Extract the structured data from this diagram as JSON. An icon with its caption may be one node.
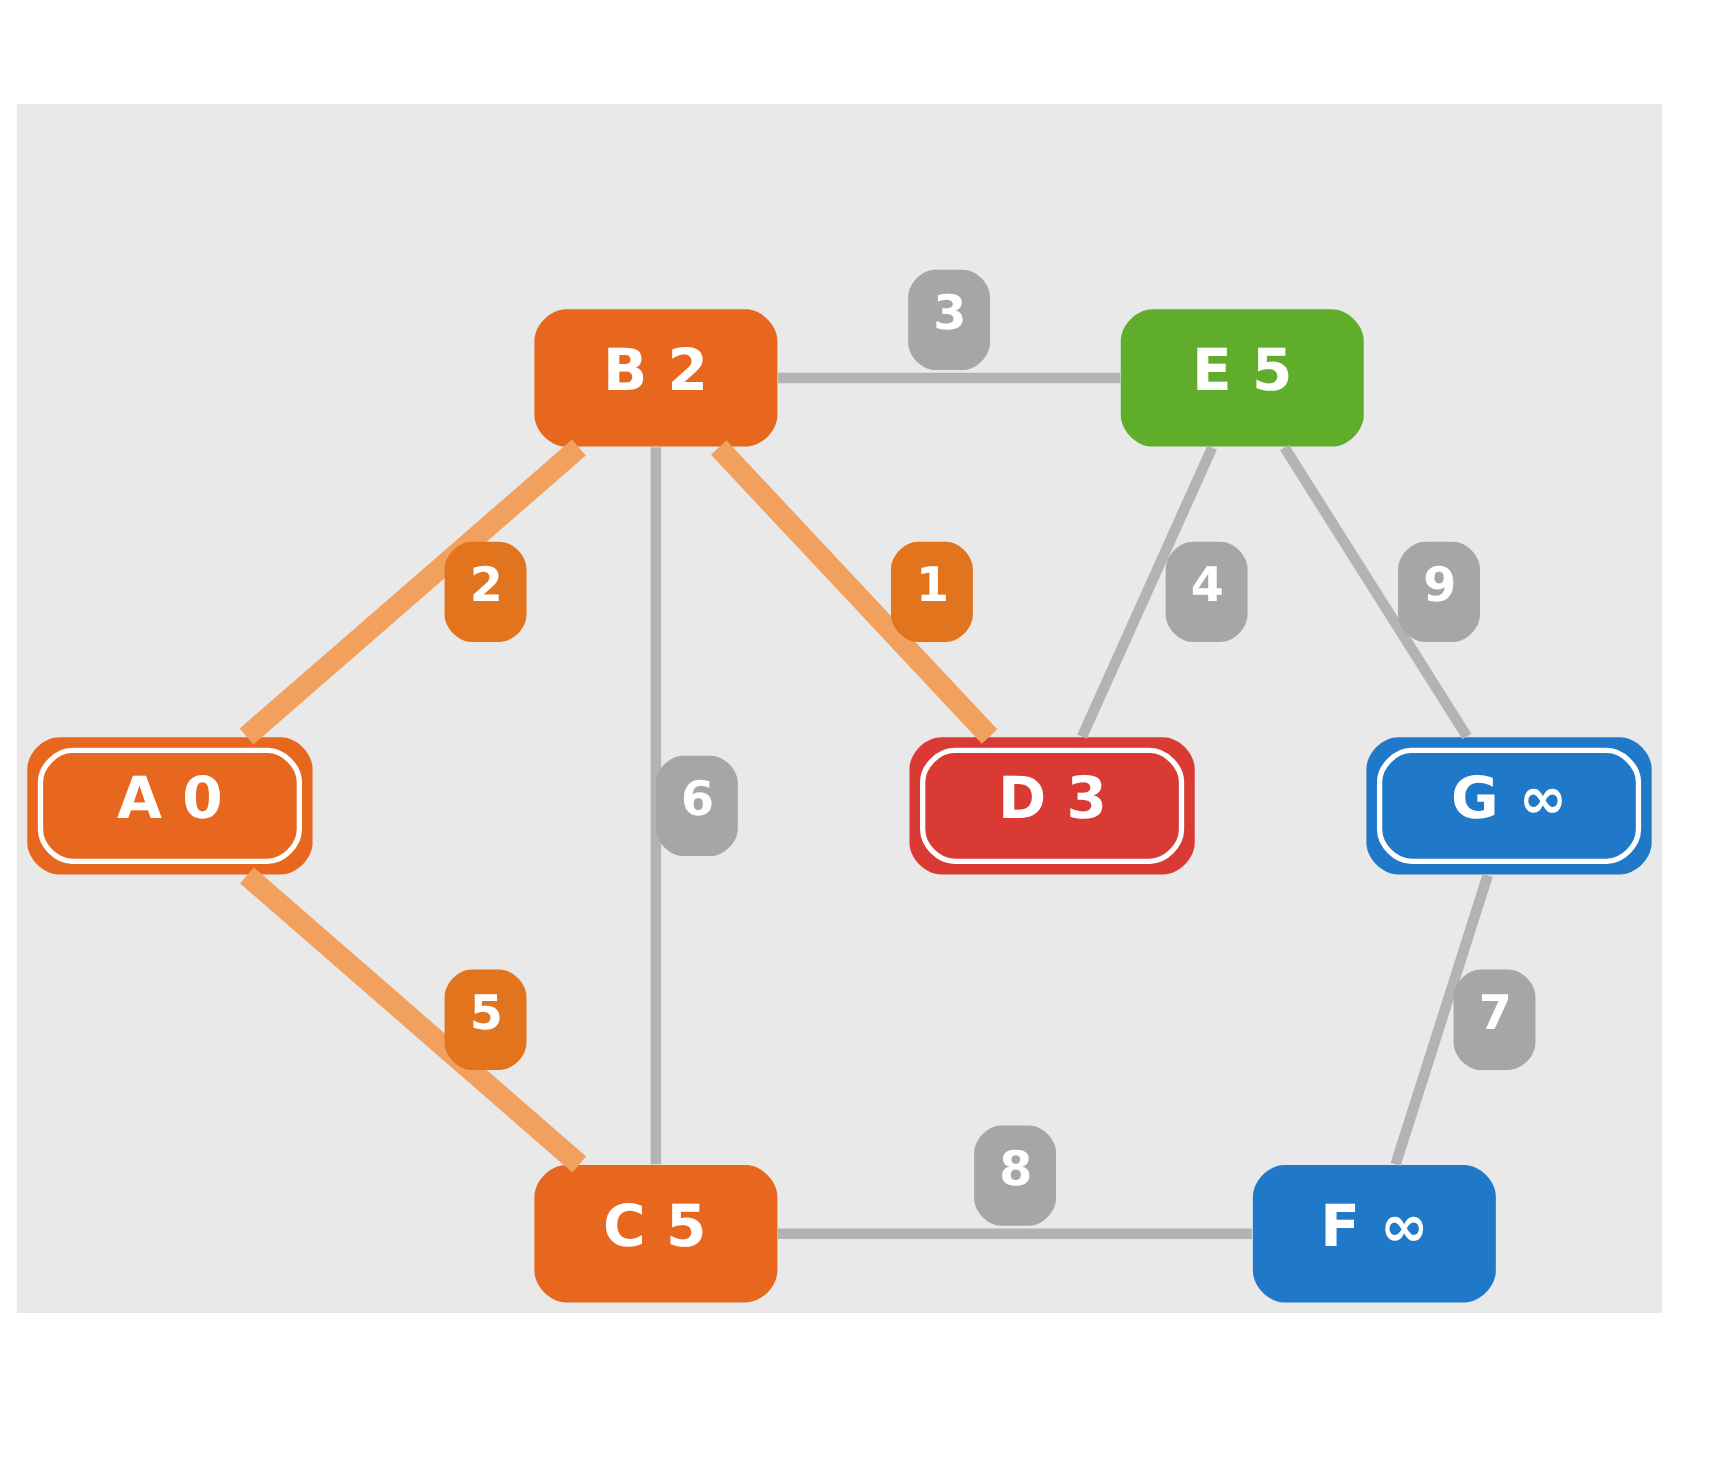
{
  "diagram": {
    "nodes": [
      {
        "text": [
          "B 2"
        ]
      },
      {
        "text": [
          "E 5"
        ]
      },
      {
        "text": [
          "A 0"
        ]
      },
      {
        "text": [
          "D 3"
        ]
      },
      {
        "text": [
          "G ∞"
        ]
      },
      {
        "text": [
          "C 5"
        ]
      },
      {
        "text": [
          "F ∞"
        ]
      }
    ],
    "edges": [
      {
        "from": 0,
        "to": 1,
        "arrow": "none",
        "label": "3"
      },
      {
        "from": 0,
        "to": 2,
        "arrow": "none",
        "label": "2",
        "style": "thick",
        "color": "#f2a05e"
      },
      {
        "from": 0,
        "to": 5,
        "arrow": "none",
        "label": "6"
      },
      {
        "from": 0,
        "to": 3,
        "arrow": "none",
        "label": "1",
        "style": "thick",
        "color": "#f2a05e"
      },
      {
        "from": 1,
        "to": 3,
        "arrow": "none",
        "label": "4"
      },
      {
        "from": 1,
        "to": 4,
        "arrow": "none",
        "label": "9"
      },
      {
        "from": 2,
        "to": 5,
        "arrow": "none",
        "label": "5",
        "style": "thick",
        "color": "#f2a05e"
      },
      {
        "from": 4,
        "to": 6,
        "arrow": "none",
        "label": "7"
      },
      {
        "from": 5,
        "to": 6,
        "arrow": "none",
        "label": "8"
      }
    ]
  }
}
